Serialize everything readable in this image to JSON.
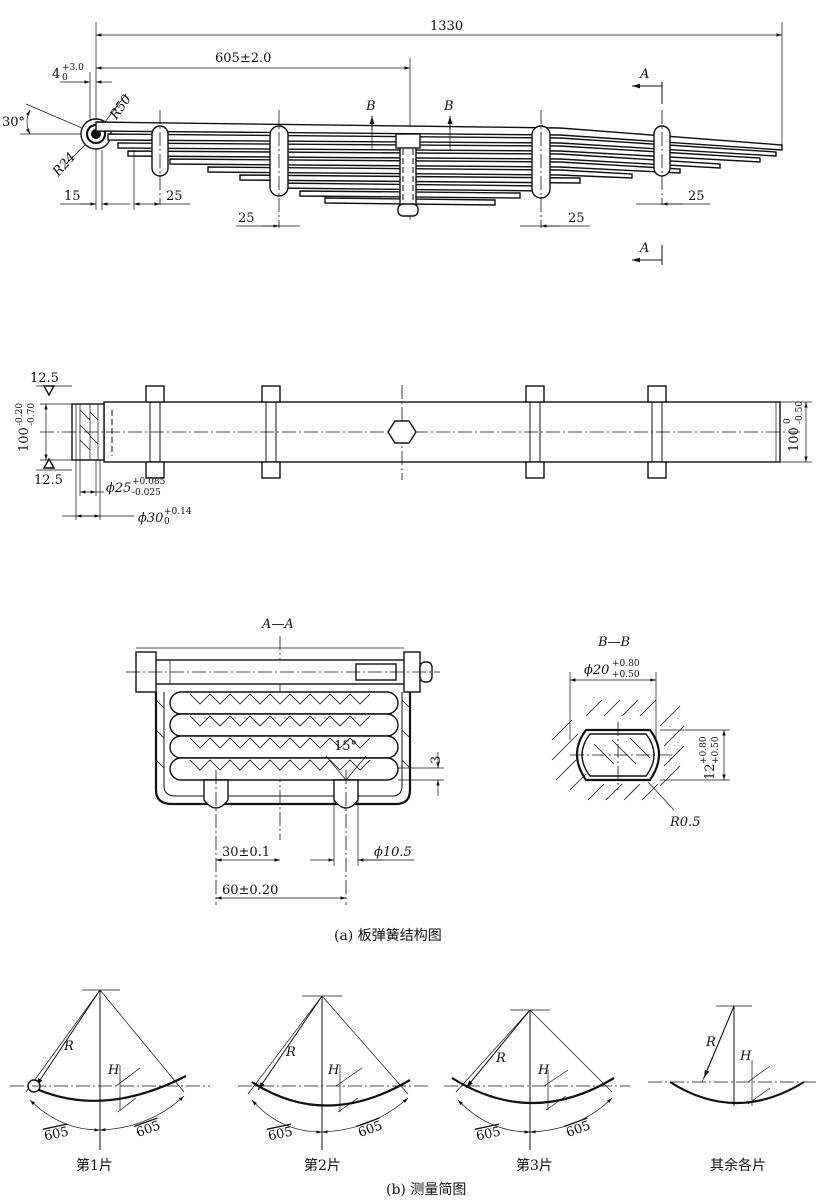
{
  "elevation": {
    "dim_overall": "1330",
    "dim_center": "605±2.0",
    "dim_eye_base": "4",
    "dim_eye_sup": "+3.0",
    "dim_eye_sub": "0",
    "angle": "30°",
    "radius_outer": "R50",
    "radius_eye": "R24",
    "dim_15": "15",
    "dim_25_a": "25",
    "dim_25_b": "25",
    "dim_25_c": "25",
    "dim_25_d": "25",
    "section_b_left": "B",
    "section_b_right": "B",
    "section_a_top": "A",
    "section_a_bottom": "A"
  },
  "plan": {
    "dim_12_5_top": "12.5",
    "dim_12_5_bot": "12.5",
    "width_left_base": "100",
    "width_left_sup": "-0.20",
    "width_left_sub": "-0.70",
    "width_right_base": "100",
    "width_right_sup": "0",
    "width_right_sub": "-0.50",
    "phi25_base": "ϕ25",
    "phi25_sup": "+0.085",
    "phi25_sub": "-0.025",
    "phi30_base": "ϕ30",
    "phi30_sup": "+0.14",
    "phi30_sub": "0"
  },
  "section_aa": {
    "title": "A—A",
    "angle": "15°",
    "dim_3": "3",
    "dim_30": "30±0.1",
    "dim_phi10": "ϕ10.5",
    "dim_60": "60±0.20"
  },
  "section_bb": {
    "title": "B—B",
    "phi20_base": "ϕ20",
    "phi20_sup": "+0.80",
    "phi20_sub": "+0.50",
    "h12_base": "12",
    "h12_sup": "+0.80",
    "h12_sub": "+0.50",
    "radius": "R0.5"
  },
  "caption_a": "(a)  板弹簧结构图",
  "measure": {
    "items": [
      {
        "label": "第1片",
        "r": "R",
        "h": "H",
        "arc_left": "605",
        "arc_right": "605"
      },
      {
        "label": "第2片",
        "r": "R",
        "h": "H",
        "arc_left": "605",
        "arc_right": "605"
      },
      {
        "label": "第3片",
        "r": "R",
        "h": "H",
        "arc_left": "605",
        "arc_right": "605"
      },
      {
        "label": "其余各片",
        "r": "R",
        "h": "H"
      }
    ]
  },
  "caption_b": "(b)  测量简图"
}
